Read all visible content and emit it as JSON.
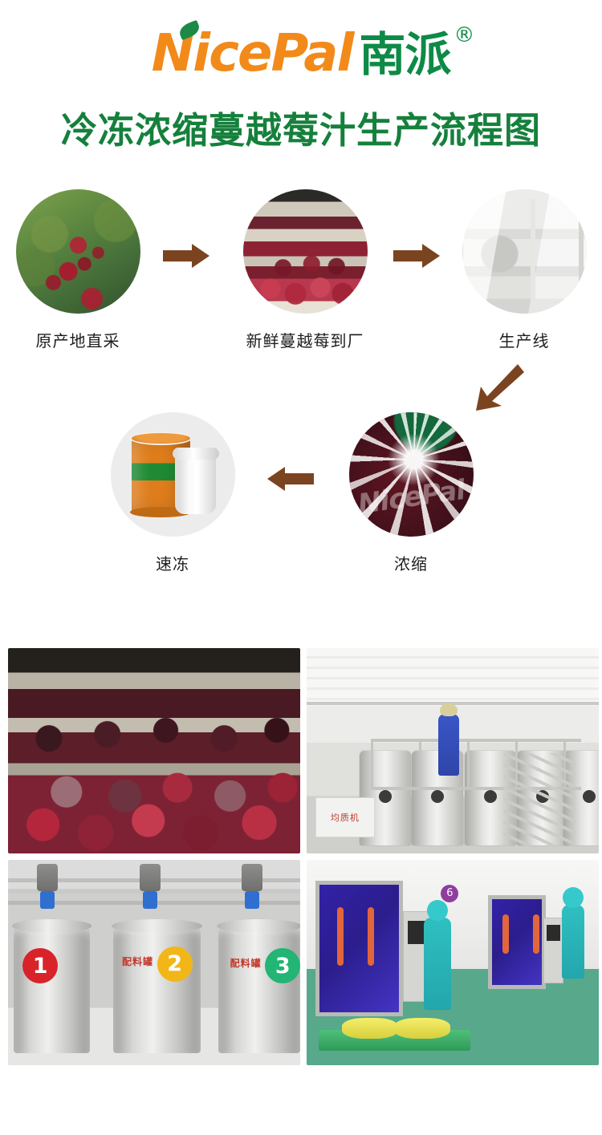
{
  "brand": {
    "name_en": "NicePal",
    "name_cn": "南派",
    "trademark": "®",
    "logo_orange": "#F28A1A",
    "logo_green": "#0E8A47",
    "leaf_icon": "leaf-icon"
  },
  "page_title": "冷冻浓缩蔓越莓汁生产流程图",
  "title_color": "#15803C",
  "flow": {
    "arrow_color": "#7B4420",
    "steps": [
      {
        "id": "step-1",
        "label": "原产地直采",
        "image": "cranberry-bush-photo"
      },
      {
        "id": "step-2",
        "label": "新鲜蔓越莓到厂",
        "image": "fresh-cranberries-arrival-photo"
      },
      {
        "id": "step-3",
        "label": "生产线",
        "image": "production-line-photo"
      },
      {
        "id": "step-4",
        "label": "浓缩",
        "image": "concentrate-bag-photo"
      },
      {
        "id": "step-5",
        "label": "速冻",
        "image": "frozen-drum-bucket-photo"
      }
    ],
    "arrows": [
      {
        "id": "arrow-1-2",
        "direction": "right"
      },
      {
        "id": "arrow-2-3",
        "direction": "right"
      },
      {
        "id": "arrow-3-4",
        "direction": "down-left"
      },
      {
        "id": "arrow-4-5",
        "direction": "left"
      }
    ],
    "watermark": "NicePal"
  },
  "gallery": [
    {
      "id": "photo-frozen-cranberries",
      "alt": "frozen-cranberries-in-trays"
    },
    {
      "id": "photo-processing-tanks",
      "alt": "worker-on-platform-with-steel-tanks",
      "sign_text": "均质机"
    },
    {
      "id": "photo-mixing-tanks",
      "alt": "three-numbered-mixing-tanks",
      "tank_label": "配料罐",
      "badges": [
        {
          "number": "1",
          "color": "#D8232A"
        },
        {
          "number": "2",
          "color": "#F2B618"
        },
        {
          "number": "3",
          "color": "#22B573"
        }
      ]
    },
    {
      "id": "photo-packaging-room",
      "alt": "packaging-machines-with-workers",
      "machine_badge": "6"
    }
  ]
}
